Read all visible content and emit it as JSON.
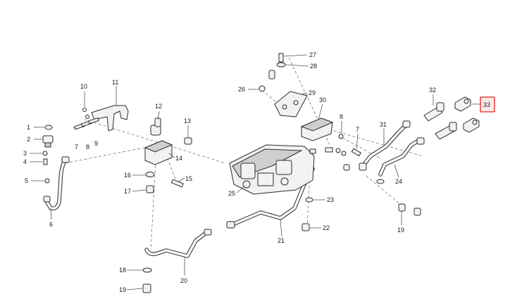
{
  "diagram": {
    "labels": {
      "l1": "1",
      "l2": "2",
      "l3": "3",
      "l4": "4",
      "l5": "5",
      "l6": "6",
      "l7a": "7",
      "l7b": "7",
      "l8a": "8",
      "l8b": "8",
      "l9": "9",
      "l10": "10",
      "l11": "11",
      "l12": "12",
      "l13": "13",
      "l14": "14",
      "l15": "15",
      "l16": "16",
      "l17": "17",
      "l18": "18",
      "l19a": "19",
      "l19b": "19",
      "l20": "20",
      "l21": "21",
      "l22": "22",
      "l23": "23",
      "l24": "24",
      "l25": "25",
      "l26": "26",
      "l27": "27",
      "l28": "28",
      "l29": "29",
      "l30": "30",
      "l31": "31",
      "l32": "32",
      "l33": "33"
    },
    "highlighted_callout": "33",
    "highlight_color": "#e02020"
  }
}
